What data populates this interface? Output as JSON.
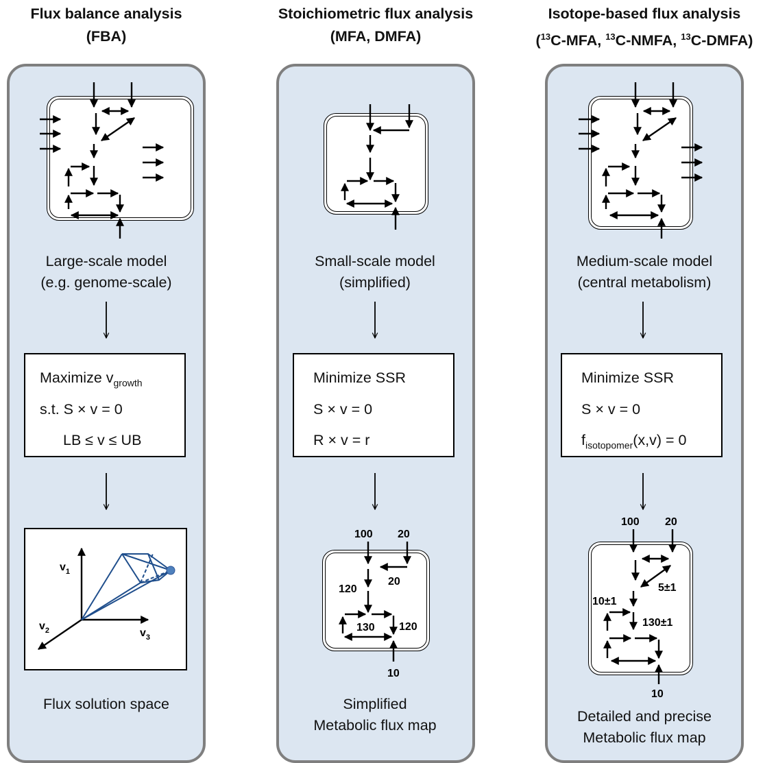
{
  "columns": [
    {
      "title": "Flux balance analysis",
      "subtitle": "(FBA)",
      "model_line1": "Large-scale model",
      "model_line2": "(e.g. genome-scale)",
      "eq1_main": "Maximize v",
      "eq1_sub": "growth",
      "eq2": "s.t.  S × v = 0",
      "eq3": "LB ≤ v ≤ UB",
      "result": "Flux solution space",
      "axes": {
        "v1": "v",
        "v1_sub": "1",
        "v2": "v",
        "v2_sub": "2",
        "v3": "v",
        "v3_sub": "3"
      }
    },
    {
      "title": "Stoichiometric flux analysis",
      "subtitle": "(MFA, DMFA)",
      "model_line1": "Small-scale model",
      "model_line2": "(simplified)",
      "eq1": "Minimize SSR",
      "eq2": "S × v = 0",
      "eq3": "R × v = r",
      "result_line1": "Simplified",
      "result_line2": "Metabolic flux map",
      "fluxes": {
        "in_main": "100",
        "in_side": "20",
        "side_branch": "20",
        "trunk": "120",
        "cycle": "130",
        "cycle_right": "120",
        "out": "10"
      }
    },
    {
      "title": "Isotope-based flux analysis",
      "subtitle_parts": [
        "(",
        "13",
        "C-MFA, ",
        "13",
        "C-NMFA, ",
        "13",
        "C-DMFA)"
      ],
      "model_line1": "Medium-scale model",
      "model_line2": "(central metabolism)",
      "eq1": "Minimize SSR",
      "eq2": "S × v = 0",
      "eq3_main": "f",
      "eq3_sub": "isotopomer",
      "eq3_rest": "(x,v) = 0",
      "result_line1": "Detailed and precise",
      "result_line2": "Metabolic flux map",
      "fluxes": {
        "in_main": "100",
        "in_side": "20",
        "exchange": "5±1",
        "branch": "10±1",
        "cycle": "130±1",
        "out": "10"
      }
    }
  ],
  "colors": {
    "panel_fill": "#dce6f1",
    "panel_border": "#7f7f7f",
    "polytope": "#1f4e8c",
    "optimum_point": "#4f81bd"
  }
}
